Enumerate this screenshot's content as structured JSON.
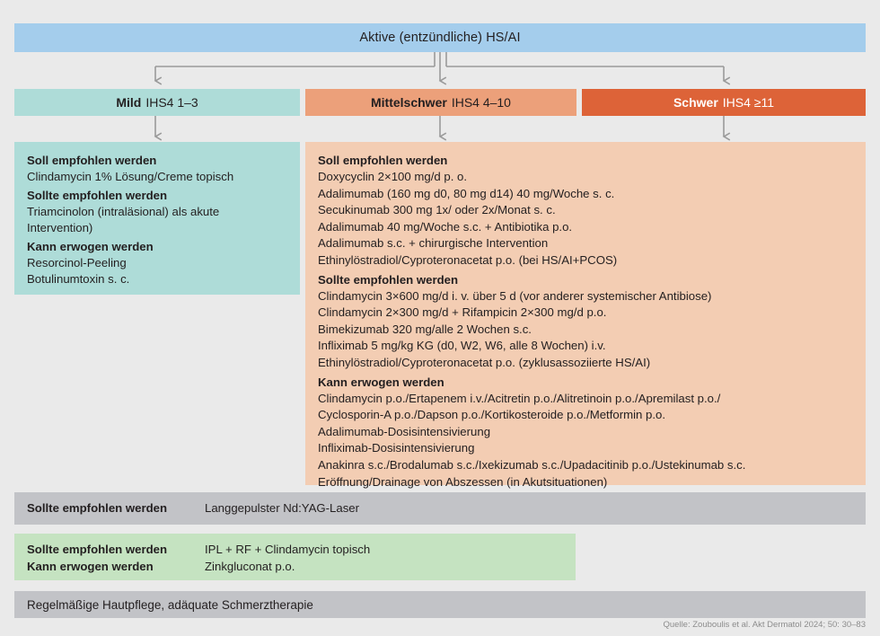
{
  "top": {
    "title": "Aktive (entzündliche) HS/AI"
  },
  "severity": [
    {
      "key": "mild",
      "strong": "Mild",
      "score": "IHS4 1–3",
      "bg": "#aedcd8",
      "fg": "#231f20"
    },
    {
      "key": "moderate",
      "strong": "Mittelschwer",
      "score": "IHS4 4–10",
      "bg": "#eca07a",
      "fg": "#231f20"
    },
    {
      "key": "severe",
      "strong": "Schwer",
      "score": "IHS4 ≥11",
      "bg": "#dd6338",
      "fg": "#ffffff"
    }
  ],
  "panel_mild": {
    "groups": [
      {
        "heading": "Soll empfohlen werden",
        "lines": [
          "Clindamycin 1% Lösung/Creme topisch"
        ]
      },
      {
        "heading": "Sollte empfohlen werden",
        "lines": [
          "Triamcinolon (intraläsional) als akute Intervention)"
        ]
      },
      {
        "heading": "Kann erwogen werden",
        "lines": [
          "Resorcinol-Peeling",
          "Botulinumtoxin s. c."
        ]
      }
    ]
  },
  "panel_systemic": {
    "groups": [
      {
        "heading": "Soll empfohlen werden",
        "lines": [
          "Doxycyclin 2×100 mg/d p. o.",
          "Adalimumab (160 mg d0, 80 mg d14) 40 mg/Woche s. c.",
          "Secukinumab 300 mg 1x/ oder 2x/Monat s. c.",
          "Adalimumab 40 mg/Woche s.c. + Antibiotika p.o.",
          "Adalimumab s.c. + chirurgische Intervention",
          "Ethinylöstradiol/Cyproteronacetat p.o. (bei HS/AI+PCOS)"
        ]
      },
      {
        "heading": "Sollte empfohlen werden",
        "lines": [
          "Clindamycin 3×600 mg/d i. v. über 5 d (vor anderer systemischer Antibiose)",
          "Clindamycin 2×300 mg/d + Rifampicin 2×300 mg/d p.o.",
          "Bimekizumab 320 mg/alle 2 Wochen s.c.",
          "Infliximab 5 mg/kg KG (d0, W2, W6, alle 8 Wochen) i.v.",
          "Ethinylöstradiol/Cyproteronacetat p.o. (zyklusassoziierte HS/AI)"
        ]
      },
      {
        "heading": "Kann erwogen werden",
        "lines": [
          "Clindamycin p.o./Ertapenem i.v./Acitretin p.o./Alitretinoin p.o./Apremilast p.o./",
          "Cyclosporin-A p.o./Dapson p.o./Kortikosteroide p.o./Metformin p.o.",
          "Adalimumab-Dosisintensivierung",
          "Infliximab-Dosisintensivierung",
          "Anakinra s.c./Brodalumab s.c./Ixekizumab s.c./Upadacitinib p.o./Ustekinumab s.c.",
          "Eröffnung/Drainage von Abszessen (in Akutsituationen)"
        ]
      }
    ]
  },
  "band_laser": {
    "label": "Sollte empfohlen werden",
    "value": "Langgepulster Nd:YAG-Laser"
  },
  "band_adjuvant": {
    "rows": [
      {
        "label": "Sollte empfohlen werden",
        "value": "IPL + RF + Clindamycin topisch"
      },
      {
        "label": "Kann erwogen werden",
        "value": "Zinkgluconat p.o."
      }
    ]
  },
  "band_basic": {
    "text": "Regelmäßige Hautpflege, adäquate Schmerztherapie"
  },
  "source": {
    "text": "Quelle: Zouboulis et al. Akt Dermatol 2024; 50: 30–83"
  },
  "colors": {
    "background": "#eaeaea",
    "banner_blue": "#a4cdec",
    "mild_teal": "#aedcd8",
    "moderate_salmon": "#eca07a",
    "severe_orange": "#dd6338",
    "systemic_peach": "#f3cdb3",
    "band_gray": "#c2c3c7",
    "band_green": "#c5e3c1",
    "connector_gray": "#9a9a9a",
    "text_dark": "#231f20",
    "source_gray": "#8d8d8d"
  }
}
